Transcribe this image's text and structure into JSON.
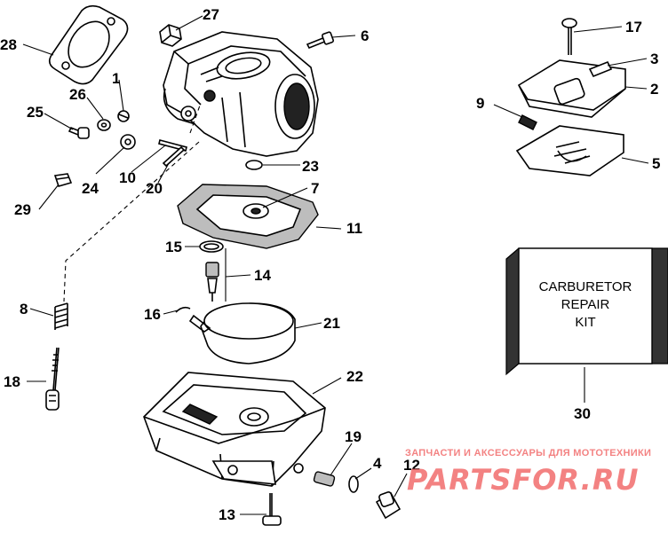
{
  "callouts": {
    "c1": "1",
    "c2": "2",
    "c3": "3",
    "c4": "4",
    "c5": "5",
    "c6": "6",
    "c7": "7",
    "c8": "8",
    "c9": "9",
    "c10": "10",
    "c11": "11",
    "c12": "12",
    "c13": "13",
    "c14": "14",
    "c15": "15",
    "c16": "16",
    "c17": "17",
    "c18": "18",
    "c19": "19",
    "c20": "20",
    "c21": "21",
    "c22": "22",
    "c23": "23",
    "c24": "24",
    "c25": "25",
    "c26": "26",
    "c27": "27",
    "c28": "28",
    "c29": "29",
    "c30": "30"
  },
  "repair_kit": {
    "line1": "CARBURETOR",
    "line2": "REPAIR",
    "line3": "KIT"
  },
  "watermark": {
    "tagline": "ЗАПЧАСТИ И АКСЕССУАРЫ ДЛЯ МОТОТЕХНИКИ",
    "brand": "PARTSFOR.RU",
    "color": "#f26d6d"
  }
}
